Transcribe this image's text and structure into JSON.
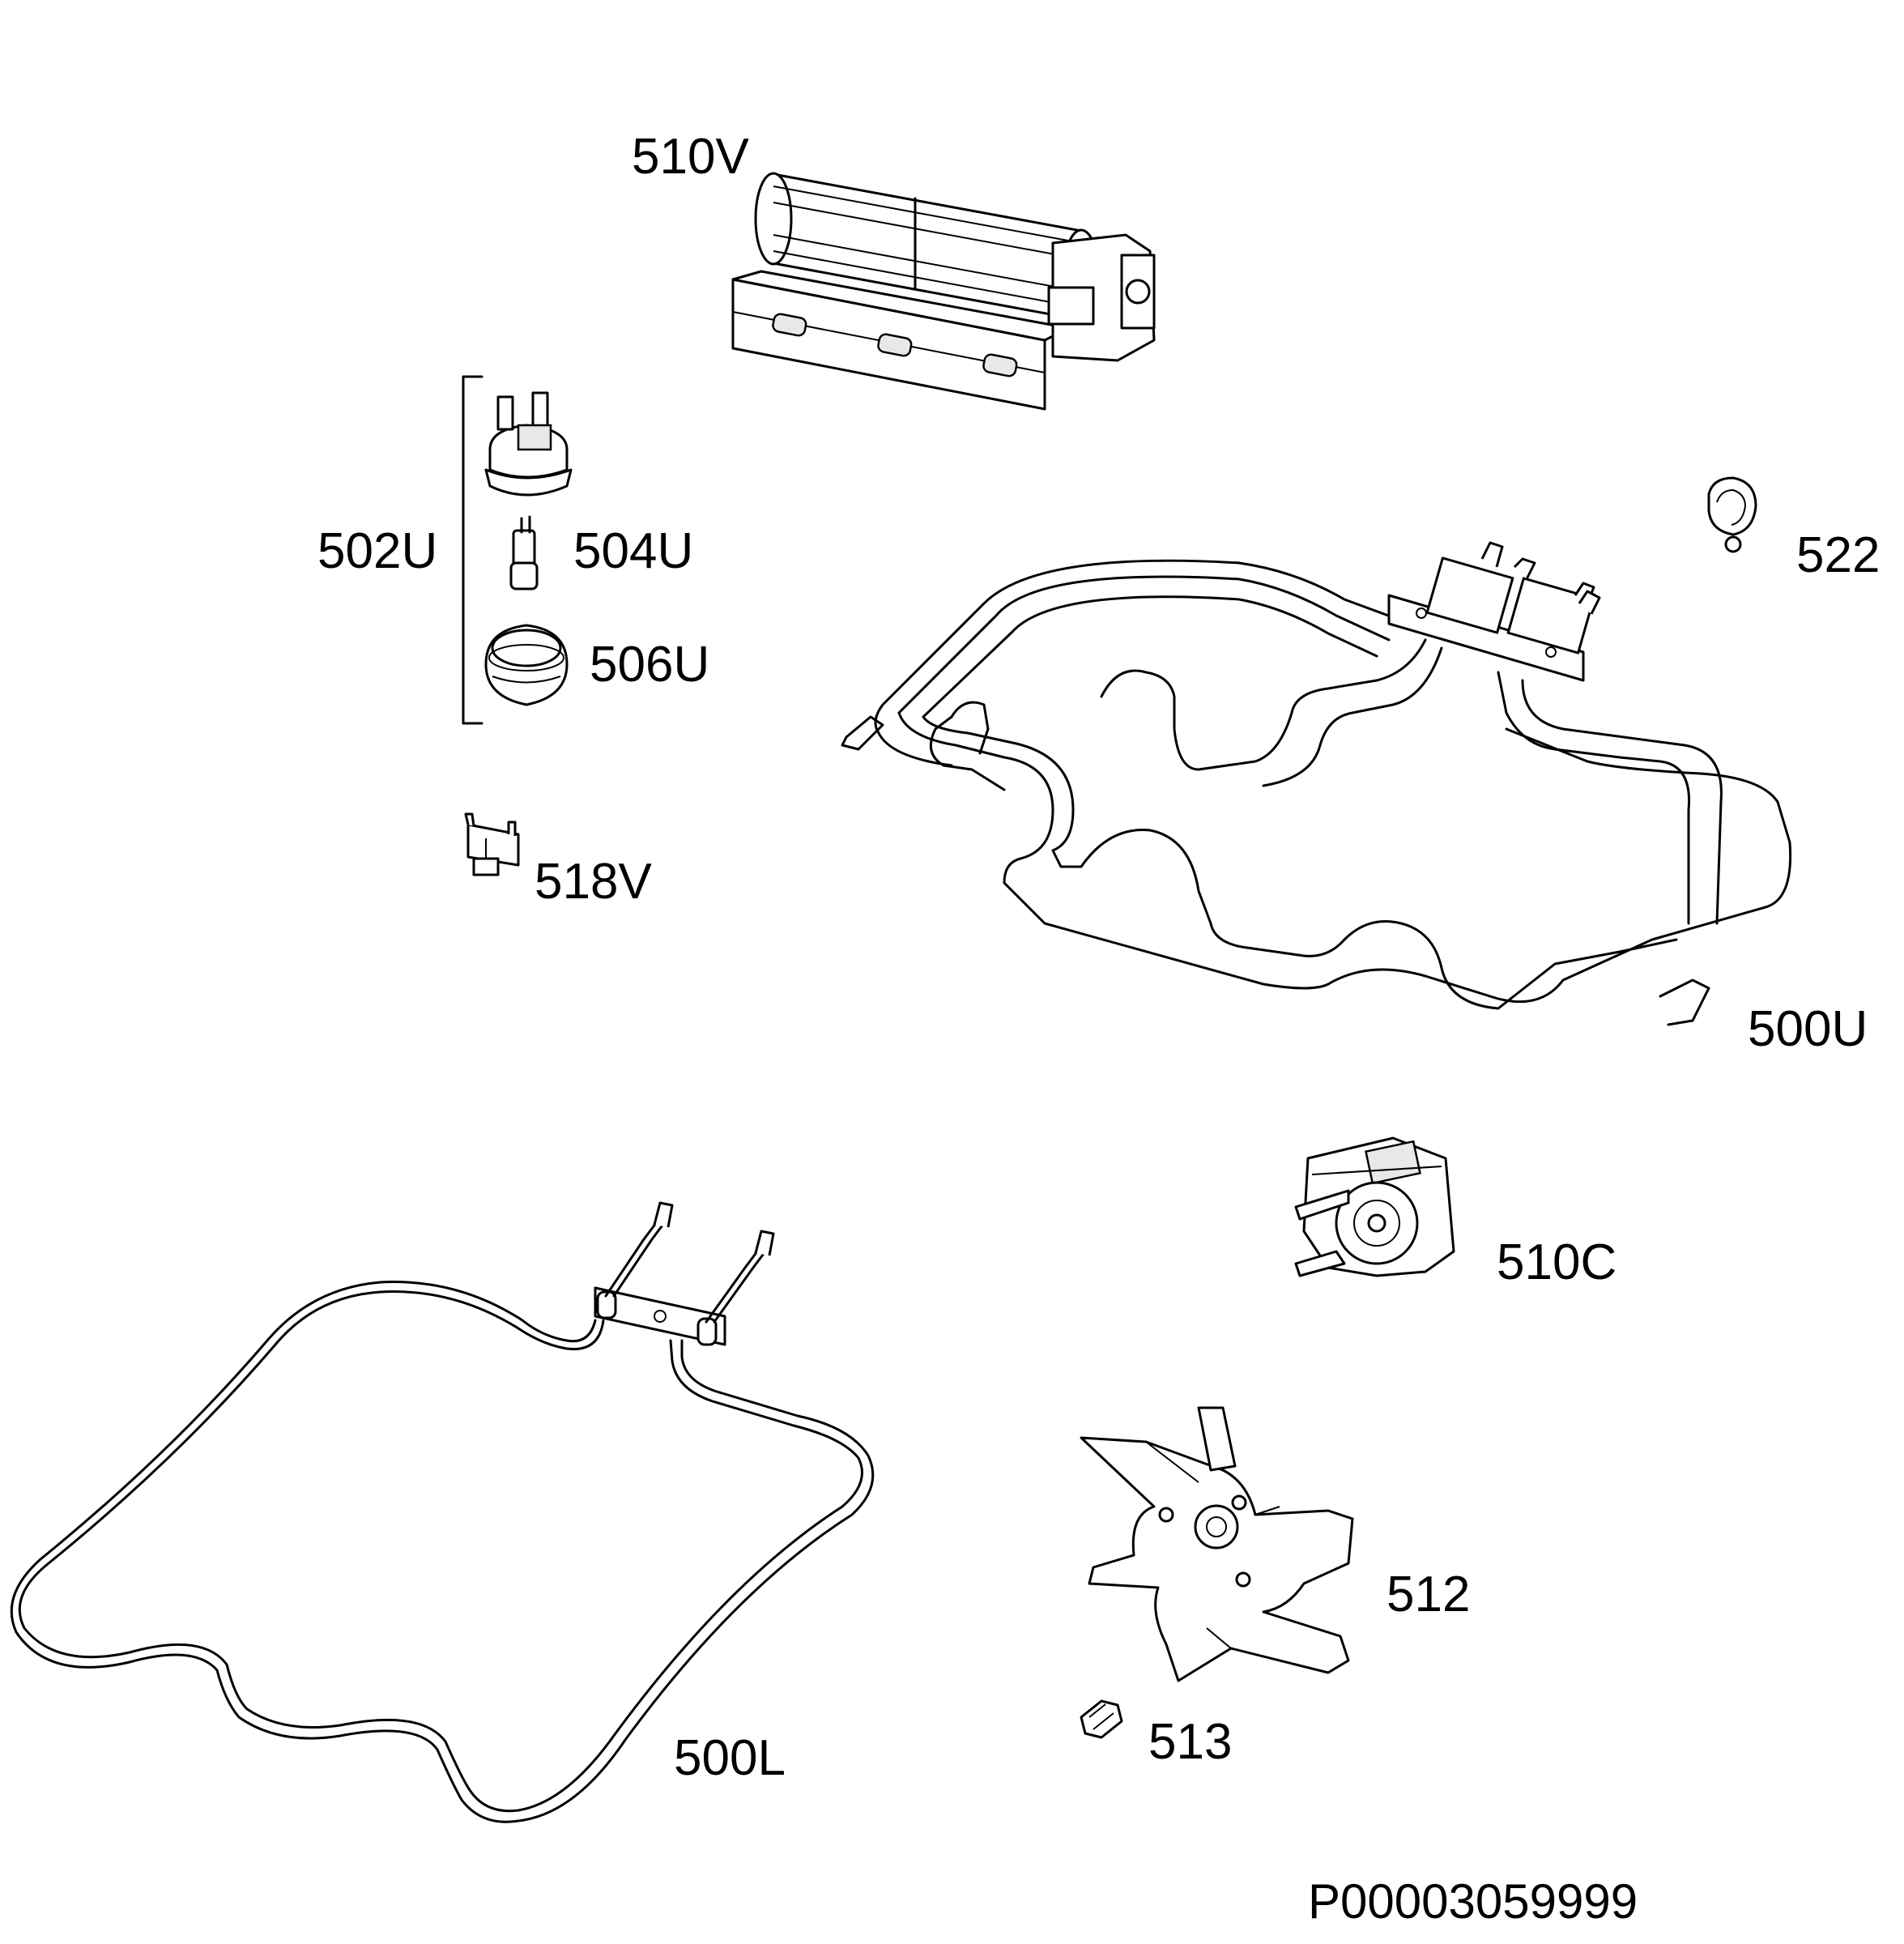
{
  "labels": {
    "p510V": "510V",
    "p502U": "502U",
    "p504U": "504U",
    "p506U": "506U",
    "p518V": "518V",
    "p522": "522",
    "p500U": "500U",
    "p510C": "510C",
    "p500L": "500L",
    "p512": "512",
    "p513": "513"
  },
  "drawing_code": "P00003059999"
}
